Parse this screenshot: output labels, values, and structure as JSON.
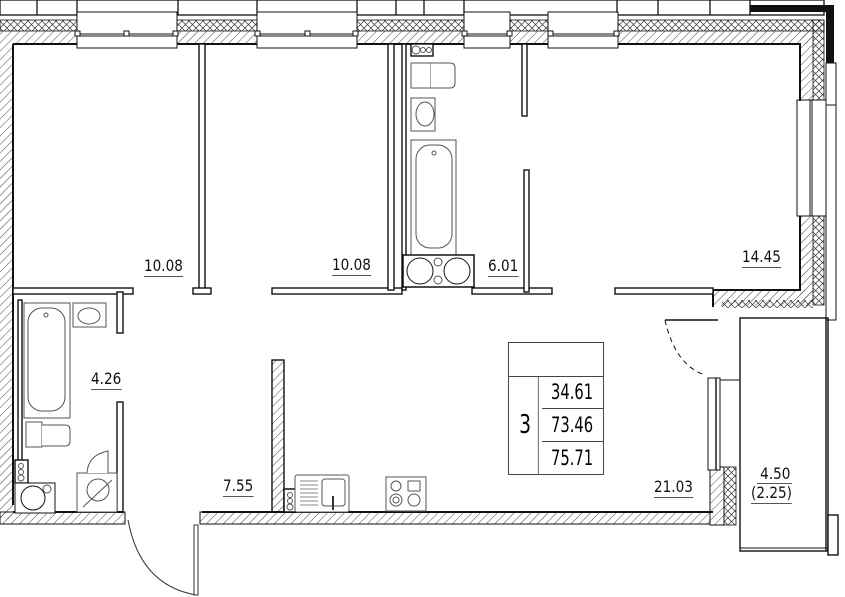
{
  "plan": {
    "type": "apartment-floor-plan",
    "rooms": [
      {
        "id": "bedroom-1",
        "area": "10.08"
      },
      {
        "id": "bedroom-2",
        "area": "10.08"
      },
      {
        "id": "bathroom-main",
        "area": "6.01"
      },
      {
        "id": "bedroom-3",
        "area": "14.45"
      },
      {
        "id": "bathroom-small",
        "area": "4.26"
      },
      {
        "id": "hallway",
        "area": "7.55"
      },
      {
        "id": "kitchen-living",
        "area": "21.03"
      },
      {
        "id": "balcony",
        "area": "4.50",
        "reduced_area": "(2.25)"
      }
    ],
    "summary": {
      "room_count": "3",
      "living_area": "34.61",
      "total_area": "73.46",
      "total_with_balcony": "75.71"
    },
    "colors": {
      "wall": "#111111",
      "hatch": "#333333",
      "fixture": "#555555",
      "background": "#ffffff"
    }
  }
}
